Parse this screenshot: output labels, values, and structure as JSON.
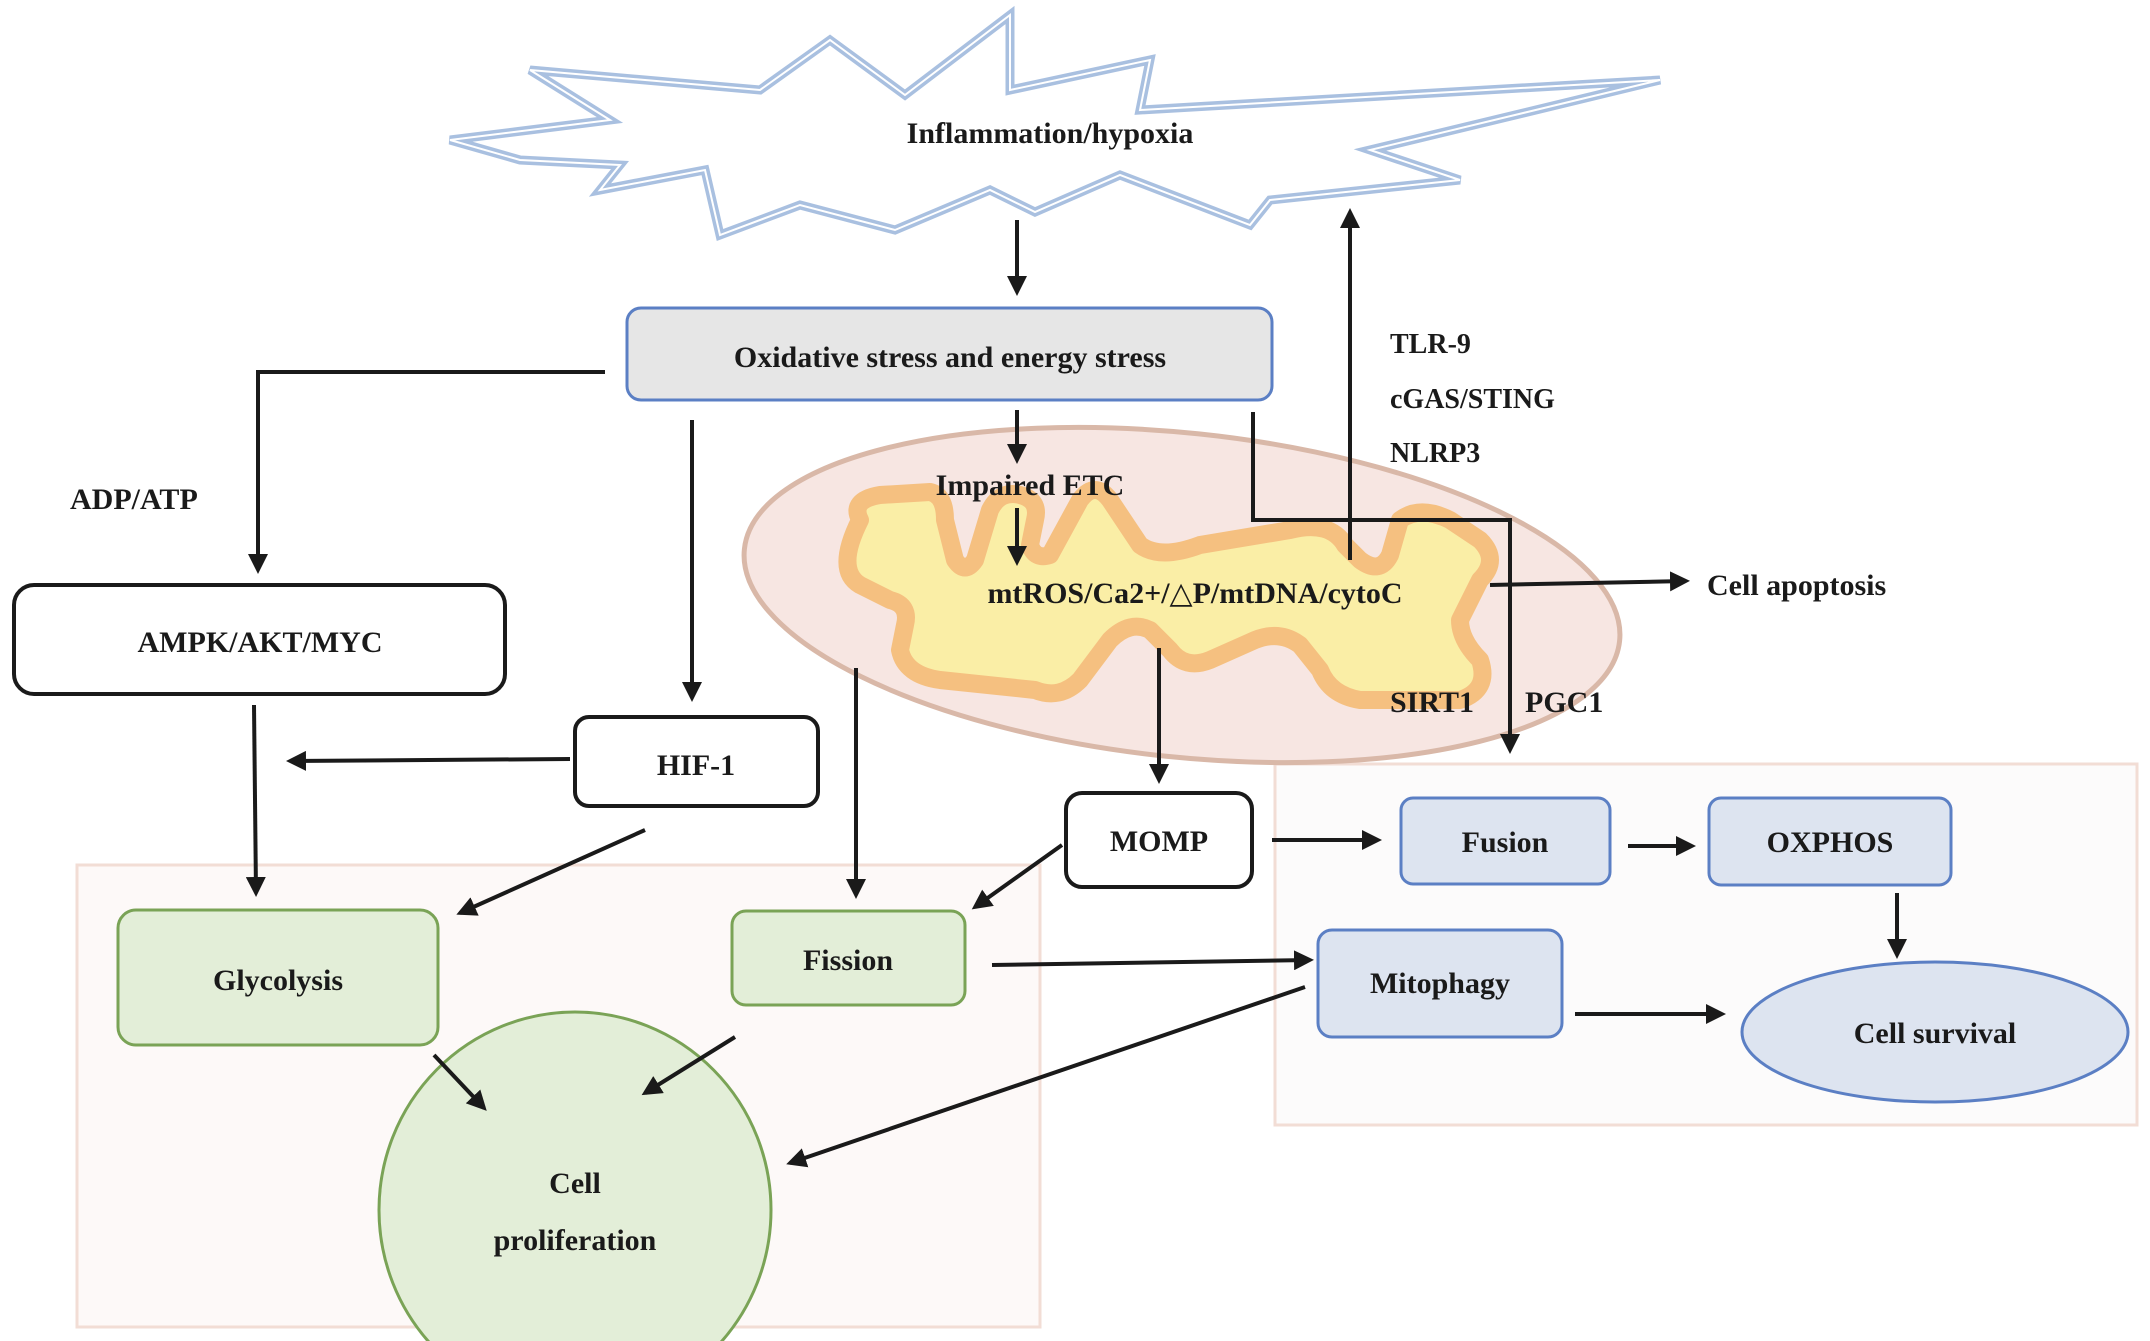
{
  "diagram": {
    "trigger": "Inflammation/hypoxia",
    "stress": "Oxidative stress and energy stress",
    "adp_atp": "ADP/ATP",
    "ampk": "AMPK/AKT/MYC",
    "hif": "HIF-1",
    "impaired_etc": "Impaired ETC",
    "mt_signals": "mtROS/Ca2+/△P/mtDNA/cytoC",
    "sensors": [
      "TLR-9",
      "cGAS/STING",
      "NLRP3"
    ],
    "apoptosis": "Cell apoptosis",
    "sirt1": "SIRT1",
    "pgc1": "PGC1",
    "momp": "MOMP",
    "fusion": "Fusion",
    "oxphos": "OXPHOS",
    "mitophagy": "Mitophagy",
    "survival": "Cell survival",
    "glycolysis": "Glycolysis",
    "fission": "Fission",
    "proliferation": [
      "Cell",
      "proliferation"
    ]
  },
  "colors": {
    "starburst_stroke": "#a9c0e0",
    "stress_fill": "#e6e6e6",
    "blue_stroke": "#5b7fc4",
    "blue_fill": "#dde4f0",
    "green_stroke": "#7aa356",
    "green_fill": "#e3eed8",
    "mito_outer": "#f7e6e2",
    "mito_outer_stroke": "#d9b8a8",
    "mito_inner": "#faeea6",
    "mito_inner_stroke": "#f5c080",
    "panel_fill": "#fdf9f8",
    "panel_stroke": "#f2ddd5"
  }
}
